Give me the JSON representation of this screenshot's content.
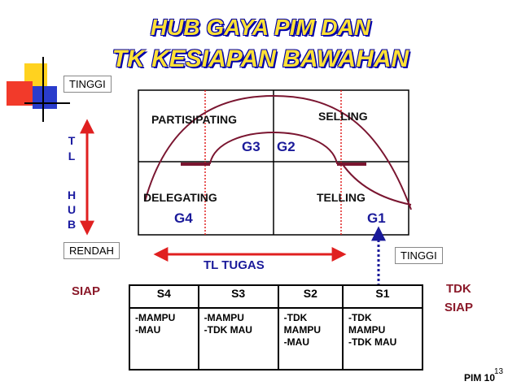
{
  "title": {
    "line1": "HUB GAYA PIM DAN",
    "line2": "TK  KESIAPAN  BAWAHAN"
  },
  "labels": {
    "tinggi_top": "TINGGI",
    "rendah": "RENDAH",
    "tinggi_right": "TINGGI",
    "tl_tugas": "TL  TUGAS",
    "siap": "SIAP",
    "tdk": "TDK",
    "siap_right": "SIAP",
    "footer": "PIM 10",
    "page_number": "13"
  },
  "vertical_axis": [
    "T",
    "L",
    "",
    "H",
    "U",
    "B"
  ],
  "quadrants": {
    "partisipating": "PARTISIPATING",
    "selling": "SELLING",
    "delegating": "DELEGATING",
    "telling": "TELLING",
    "g3": "G3",
    "g2": "G2",
    "g4": "G4",
    "g1": "G1"
  },
  "readiness_table": {
    "headers": [
      "S4",
      "S3",
      "S2",
      "S1"
    ],
    "cells": [
      [
        "-MAMPU",
        "-MAU"
      ],
      [
        "-MAMPU",
        "-TDK MAU"
      ],
      [
        "-TDK",
        "MAMPU",
        "-MAU"
      ],
      [
        "-TDK",
        "MAMPU",
        "-TDK MAU"
      ]
    ]
  },
  "colors": {
    "title_fill": "#ffe135",
    "title_outline": "#0000aa",
    "arrow_red": "#e02020",
    "curve": "#7a1530",
    "dotted_arrow": "#1a1a9a"
  }
}
